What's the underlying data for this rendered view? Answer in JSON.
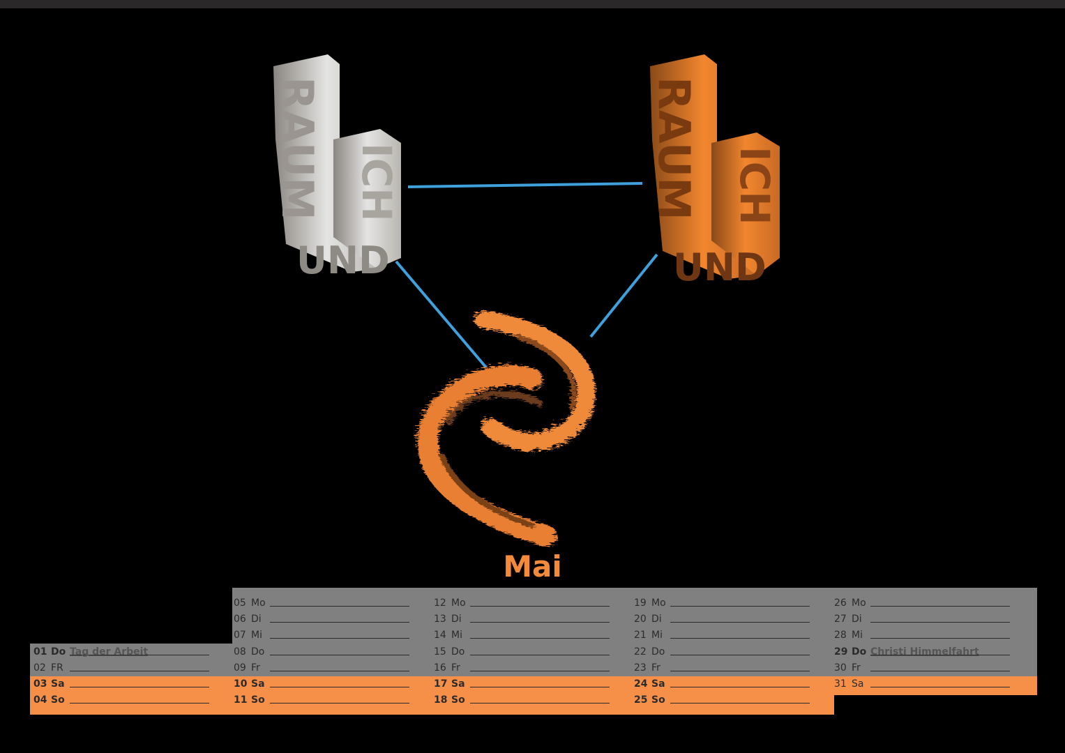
{
  "month_title": "Mai",
  "sculpture_lettering": {
    "word1": "RAUM",
    "word2": "UND",
    "word3": "ICH"
  },
  "colors": {
    "accent": "#f58a3a",
    "weekend_bg": "#f68f48",
    "weekday_bg": "#808080",
    "connector": "#3fa0dc",
    "white_sculpture": "#d8d8d6"
  },
  "days": [
    {
      "num": "01",
      "wd": "Do",
      "bold": true,
      "holiday": "Tag der Arbeit"
    },
    {
      "num": "02",
      "wd": "FR",
      "bold": false
    },
    {
      "num": "03",
      "wd": "Sa",
      "bold": true
    },
    {
      "num": "04",
      "wd": "So",
      "bold": true
    },
    {
      "num": "05",
      "wd": "Mo",
      "bold": false
    },
    {
      "num": "06",
      "wd": "Di",
      "bold": false
    },
    {
      "num": "07",
      "wd": "Mi",
      "bold": false
    },
    {
      "num": "08",
      "wd": "Do",
      "bold": false
    },
    {
      "num": "09",
      "wd": "Fr",
      "bold": false
    },
    {
      "num": "10",
      "wd": "Sa",
      "bold": true
    },
    {
      "num": "11",
      "wd": "So",
      "bold": true
    },
    {
      "num": "12",
      "wd": "Mo",
      "bold": false
    },
    {
      "num": "13",
      "wd": "Di",
      "bold": false
    },
    {
      "num": "14",
      "wd": "Mi",
      "bold": false
    },
    {
      "num": "15",
      "wd": "Do",
      "bold": false
    },
    {
      "num": "16",
      "wd": "Fr",
      "bold": false
    },
    {
      "num": "17",
      "wd": "Sa",
      "bold": true
    },
    {
      "num": "18",
      "wd": "So",
      "bold": true
    },
    {
      "num": "19",
      "wd": "Mo",
      "bold": false
    },
    {
      "num": "20",
      "wd": "Di",
      "bold": false
    },
    {
      "num": "21",
      "wd": "Mi",
      "bold": false
    },
    {
      "num": "22",
      "wd": "Do",
      "bold": false
    },
    {
      "num": "23",
      "wd": "Fr",
      "bold": false
    },
    {
      "num": "24",
      "wd": "Sa",
      "bold": true
    },
    {
      "num": "25",
      "wd": "So",
      "bold": true
    },
    {
      "num": "26",
      "wd": "Mo",
      "bold": false
    },
    {
      "num": "27",
      "wd": "Di",
      "bold": false
    },
    {
      "num": "28",
      "wd": "Mi",
      "bold": false
    },
    {
      "num": "29",
      "wd": "Do",
      "bold": true,
      "holiday": "Christi Himmelfahrt"
    },
    {
      "num": "30",
      "wd": "Fr",
      "bold": false
    },
    {
      "num": "31",
      "wd": "Sa",
      "bold": false
    }
  ]
}
